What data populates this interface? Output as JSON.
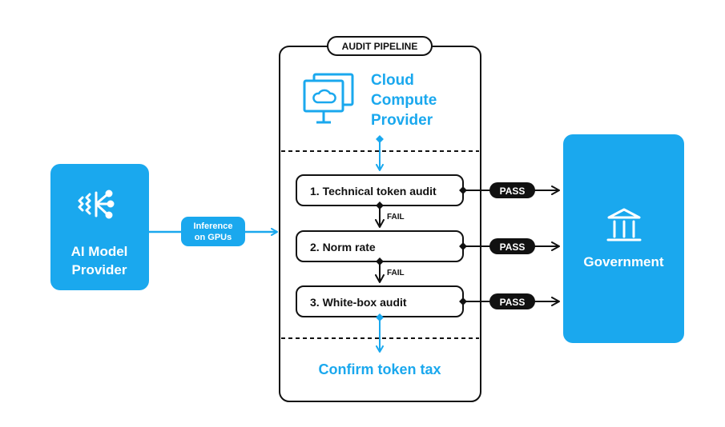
{
  "colors": {
    "accent": "#1aa8ee",
    "dark": "#111111",
    "white": "#ffffff"
  },
  "ai_provider": {
    "line1": "AI Model",
    "line2": "Provider",
    "icon": "brain-network-icon"
  },
  "inference_label": {
    "line1": "Inference",
    "line2": "on GPUs"
  },
  "pipeline": {
    "title": "AUDIT PIPELINE",
    "cloud": {
      "line1": "Cloud",
      "line2": "Compute",
      "line3": "Provider",
      "icon": "cloud-monitor-icon"
    },
    "steps": [
      {
        "label": "1. Technical token audit",
        "pass": "PASS",
        "fail": "FAIL"
      },
      {
        "label": "2. Norm rate",
        "pass": "PASS",
        "fail": "FAIL"
      },
      {
        "label": "3. White-box audit",
        "pass": "PASS"
      }
    ],
    "confirm": "Confirm token tax"
  },
  "government": {
    "label": "Government",
    "icon": "government-building-icon"
  }
}
